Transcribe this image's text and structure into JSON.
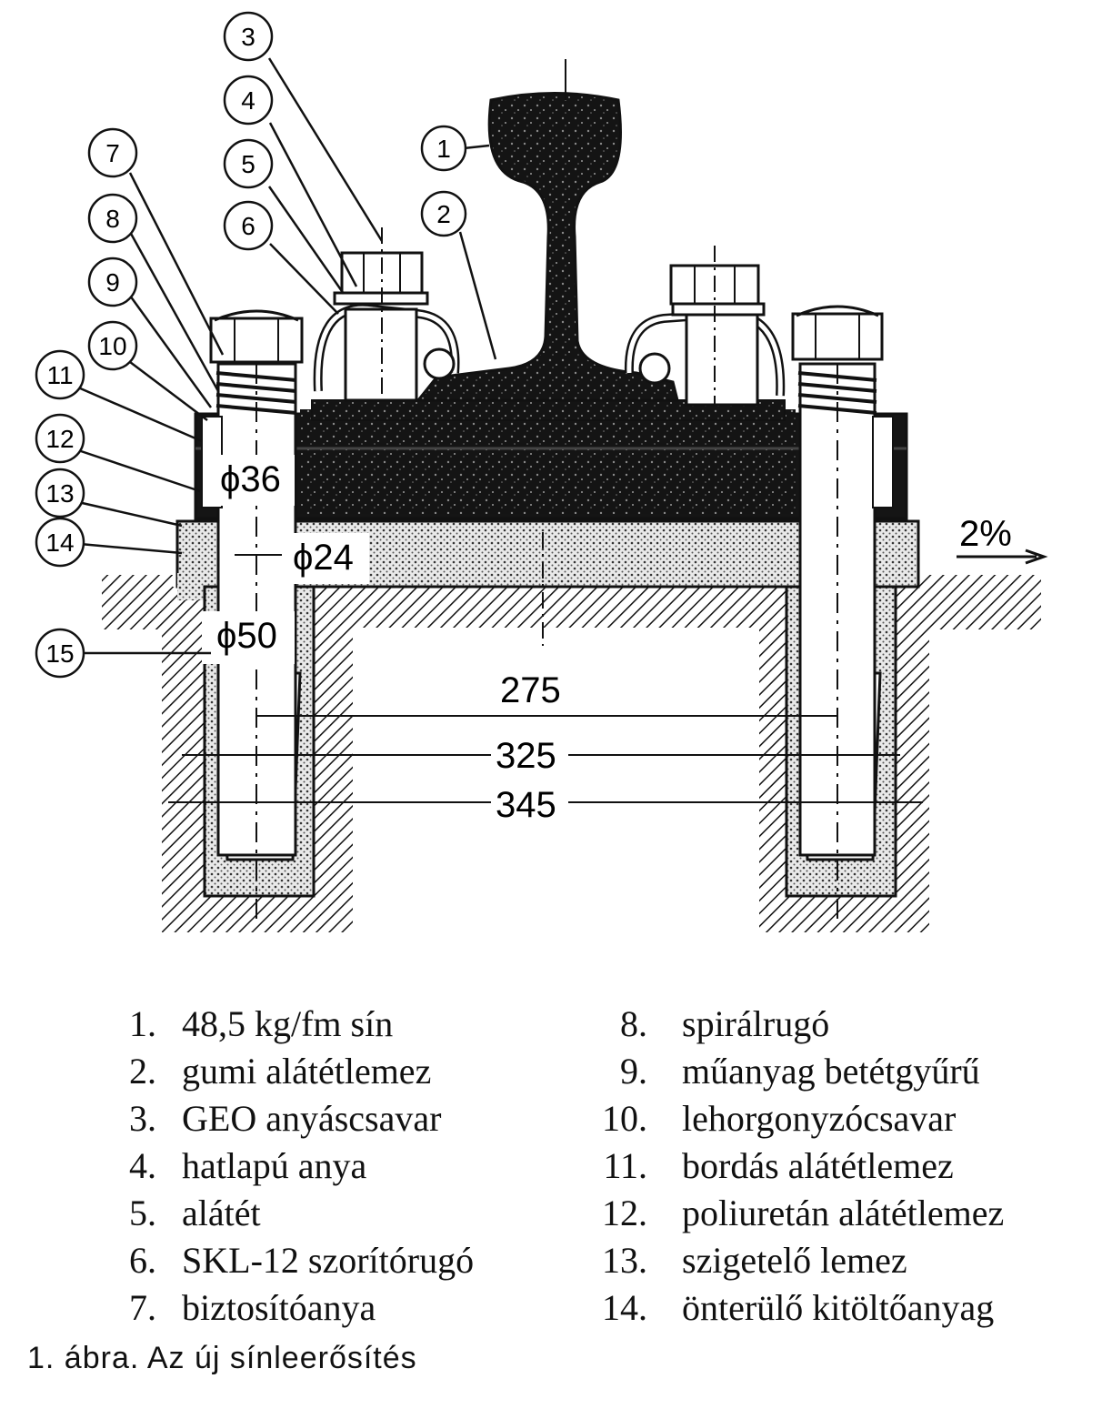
{
  "diagram": {
    "callouts": [
      "1",
      "2",
      "3",
      "4",
      "5",
      "6",
      "7",
      "8",
      "9",
      "10",
      "11",
      "12",
      "13",
      "14",
      "15"
    ],
    "dimensions": {
      "d36": "ϕ36",
      "d24": "ϕ24",
      "d50": "ϕ50",
      "w275": "275",
      "w325": "325",
      "w345": "345",
      "slope": "2%"
    }
  },
  "legend": {
    "left": [
      {
        "num": "1.",
        "text": "48,5 kg/fm sín"
      },
      {
        "num": "2.",
        "text": "gumi alátétlemez"
      },
      {
        "num": "3.",
        "text": "GEO anyáscsavar"
      },
      {
        "num": "4.",
        "text": "hatlapú anya"
      },
      {
        "num": "5.",
        "text": "alátét"
      },
      {
        "num": "6.",
        "text": "SKL-12 szorítórugó"
      },
      {
        "num": "7.",
        "text": "biztosítóanya"
      }
    ],
    "right": [
      {
        "num": "8.",
        "text": "spirálrugó"
      },
      {
        "num": "9.",
        "text": "műanyag betétgyűrű"
      },
      {
        "num": "10.",
        "text": "lehorgonyzócsavar"
      },
      {
        "num": "11.",
        "text": "bordás alátétlemez"
      },
      {
        "num": "12.",
        "text": "poliuretán alátétlemez"
      },
      {
        "num": "13.",
        "text": "szigetelő lemez"
      },
      {
        "num": "14.",
        "text": "önterülő kitöltőanyag"
      }
    ]
  },
  "caption": "1. ábra. Az új sínleerősítés"
}
